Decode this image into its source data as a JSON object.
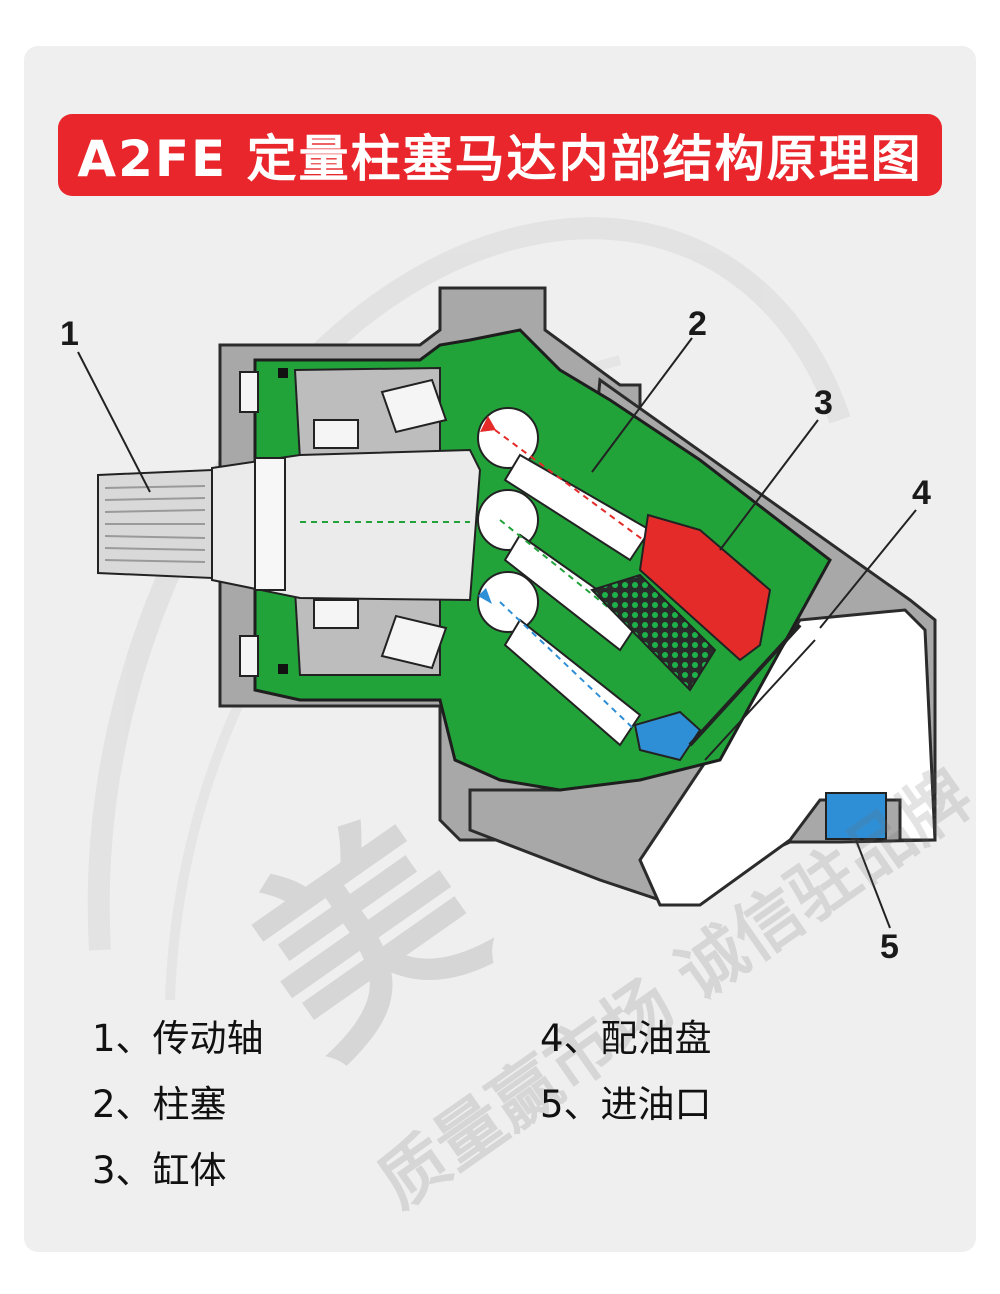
{
  "title": "A2FE 定量柱塞马达内部结构原理图",
  "callouts": {
    "c1": "1",
    "c2": "2",
    "c3": "3",
    "c4": "4",
    "c5": "5"
  },
  "legend": {
    "item1": "1、传动轴",
    "item2": "2、柱塞",
    "item3": "3、缸体",
    "item4": "4、配油盘",
    "item5": "5、进油口"
  },
  "watermark": {
    "main": "美",
    "slogan": "质量赢市场 诚信驻品牌"
  },
  "colors": {
    "title_bg": "#e8262b",
    "housing_gray": "#a9a9a9",
    "green": "#22a33a",
    "red": "#e52a2a",
    "blue": "#2f8fd6"
  }
}
